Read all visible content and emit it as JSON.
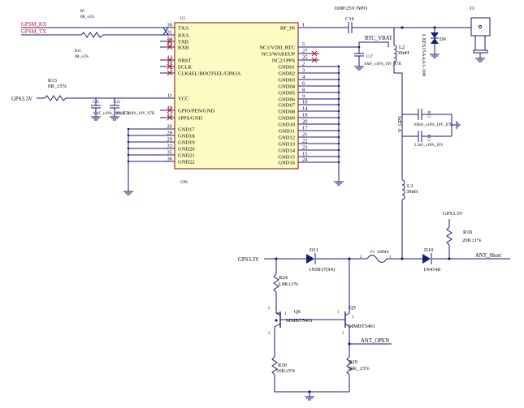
{
  "ic": {
    "ref": "U5",
    "footer": "GPS",
    "left_pins": [
      {
        "num": "30",
        "name": "TXA"
      },
      {
        "num": "31",
        "name": "RXA"
      },
      {
        "num": "34",
        "name": "TXB"
      },
      {
        "num": "32",
        "name": "RXB"
      },
      {
        "num": "13",
        "name": "NRST"
      },
      {
        "num": "16",
        "name": "ECLK"
      },
      {
        "num": "7",
        "name": "CLKSEL/BOOTSEL/GPIOA"
      },
      {
        "num": "11",
        "name": "VCC"
      },
      {
        "num": "18",
        "name": "GPIO/PEN/GND"
      },
      {
        "num": "12",
        "name": "1PPS/GND"
      },
      {
        "num": "26",
        "name": "GND17"
      },
      {
        "num": "28",
        "name": "GND18"
      },
      {
        "num": "29",
        "name": "GND19"
      },
      {
        "num": "33",
        "name": "GND20"
      },
      {
        "num": "35",
        "name": "GND21"
      },
      {
        "num": "36",
        "name": "GND22"
      }
    ],
    "right_pins": [
      {
        "num": "1",
        "name": "RF_IN"
      },
      {
        "num": "5",
        "name": "NC1/VDD_RTC"
      },
      {
        "num": "27",
        "name": "NC3/WAKEUP"
      },
      {
        "num": "25",
        "name": "NC2/1PPS"
      },
      {
        "num": "2",
        "name": "GND01"
      },
      {
        "num": "3",
        "name": "GND02"
      },
      {
        "num": "4",
        "name": "GND03"
      },
      {
        "num": "6",
        "name": "GND04"
      },
      {
        "num": "8",
        "name": "GND05"
      },
      {
        "num": "9",
        "name": "GND06"
      },
      {
        "num": "10",
        "name": "GND07"
      },
      {
        "num": "14",
        "name": "GND08"
      },
      {
        "num": "19",
        "name": "GND09"
      },
      {
        "num": "20",
        "name": "GND10"
      },
      {
        "num": "17",
        "name": "GND11"
      },
      {
        "num": "21",
        "name": "GND12"
      },
      {
        "num": "22",
        "name": "GND13"
      },
      {
        "num": "23",
        "name": "GND14"
      },
      {
        "num": "15",
        "name": "GND15"
      },
      {
        "num": "24",
        "name": "GND16"
      }
    ]
  },
  "nets": {
    "gpsm_rx": "GPSM_RX",
    "gpsm_tx": "GPSM_TX",
    "gps33_left": "GPS3.3V",
    "gps33_bottom": "GPS3.3V",
    "gps33_right": "GPS3.3V",
    "rtc_vbat": "RTC_VBAT",
    "v_gps": "V_GPS",
    "ant_short": "ANT_Short",
    "ant_open": "ANT_OPEN"
  },
  "parts": {
    "r7_ref": "R7",
    "r7_val": "0R_±5%",
    "r11_ref": "R11",
    "r11_val": "0R_±5%",
    "r13_ref": "R13",
    "r13_val": "0R_±5%",
    "c21_ref": "C21",
    "c21_val": "10nF_±10%_10V_X7R",
    "c22_ref": "C22",
    "c22_val": "100nF_±10%_10V_X7R",
    "c16_ref": "C16",
    "c16_val": "100P/25V/NPO",
    "c17_ref": "C17",
    "c17_val": "10uF_±10%_10V_X7R",
    "c18_ref": "C18",
    "c18_val": "100nF_±10%_10V_X7R",
    "c19_ref": "C19",
    "c19_val": "2.2uF_±10%_10V",
    "l2_ref": "L2",
    "l2_val": "39nH",
    "l3_ref": "L3",
    "l3_val": "39nH",
    "j1_ref": "J1",
    "d6_ref": "D6",
    "d6_val": "LXES15AAA1-100",
    "d11_ref": "D11",
    "d11_val": "1N5817(S4)",
    "d10_ref": "D10",
    "d10_val": "1N4148",
    "f2_ref": "F2",
    "f2_val": "100MA",
    "r18_ref": "R18",
    "r18_val": "20K±1%",
    "r24_ref": "R24",
    "r24_val": "3.9K±1%",
    "r30_ref": "R30",
    "r30_val": "56K±5%",
    "r29_ref": "R29",
    "r29_val": "56K_±5%",
    "q5_ref": "Q5",
    "q5_val": "MMBT5401",
    "q6_ref": "Q6",
    "q6_val": "MMBT5401"
  },
  "pinnums": {
    "f2_a": "2",
    "f2_b": "1",
    "q6_b": "1",
    "q6_c": "2",
    "q6_e": "3",
    "q5_b": "1",
    "q5_c": "2",
    "q5_e": "3"
  }
}
